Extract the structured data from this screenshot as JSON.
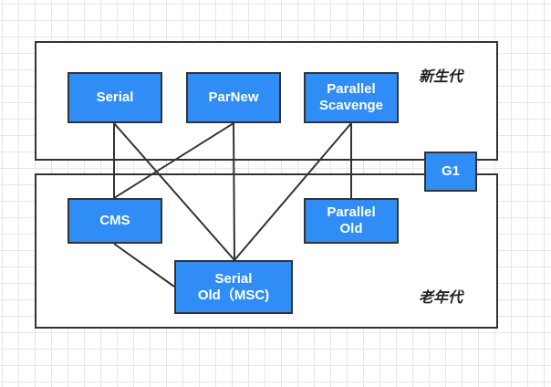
{
  "regions": {
    "young_label": "新生代",
    "old_label": "老年代"
  },
  "collectors": {
    "serial": "Serial",
    "parnew": "ParNew",
    "parallel_scavenge": "Parallel\nScavenge",
    "g1": "G1",
    "cms": "CMS",
    "parallel_old": "Parallel\nOld",
    "serial_old": "Serial\nOld（MSC)"
  },
  "colors": {
    "box_fill": "#2f8df5",
    "border": "#333333",
    "grid": "#e6e6e6"
  },
  "connections": [
    [
      "serial",
      "cms"
    ],
    [
      "serial",
      "serial_old"
    ],
    [
      "parnew",
      "cms"
    ],
    [
      "parnew",
      "serial_old"
    ],
    [
      "parallel_scavenge",
      "serial_old"
    ],
    [
      "parallel_scavenge",
      "parallel_old"
    ],
    [
      "cms",
      "serial_old"
    ]
  ]
}
